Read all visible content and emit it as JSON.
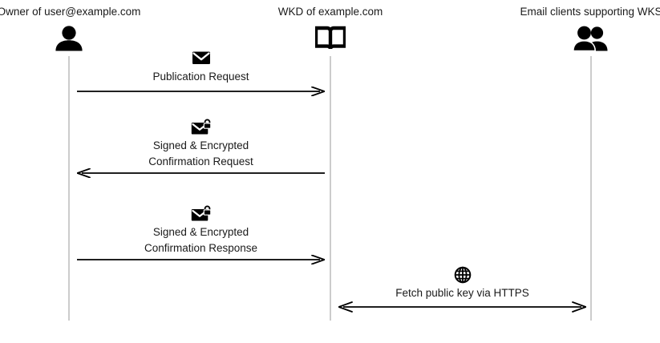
{
  "diagram": {
    "type": "sequence-diagram",
    "title": "",
    "background_color": "#ffffff",
    "line_color": "#000000",
    "lifeline_color": "#cccccc",
    "text_color": "#1a1a1a"
  },
  "participants": [
    {
      "id": "owner",
      "label": "Owner of user@example.com",
      "icon": "person-icon"
    },
    {
      "id": "wkd",
      "label": "WKD of example.com",
      "icon": "book-icon"
    },
    {
      "id": "clients",
      "label": "Email clients supporting WKS",
      "icon": "people-icon"
    }
  ],
  "messages": [
    {
      "id": "publication-request",
      "line1": "Publication Request",
      "line2": "",
      "icon": "envelope-icon",
      "from": "owner",
      "to": "wkd",
      "direction": "right"
    },
    {
      "id": "confirmation-request",
      "line1": "Signed & Encrypted",
      "line2": "Confirmation Request",
      "icon": "envelope-lock-icon",
      "from": "wkd",
      "to": "owner",
      "direction": "left"
    },
    {
      "id": "confirmation-response",
      "line1": "Signed & Encrypted",
      "line2": "Confirmation Response",
      "icon": "envelope-lock-icon",
      "from": "owner",
      "to": "wkd",
      "direction": "right"
    },
    {
      "id": "fetch-public-key",
      "line1": "Fetch public key via HTTPS",
      "line2": "",
      "icon": "globe-icon",
      "from": "wkd",
      "to": "clients",
      "direction": "both"
    }
  ]
}
